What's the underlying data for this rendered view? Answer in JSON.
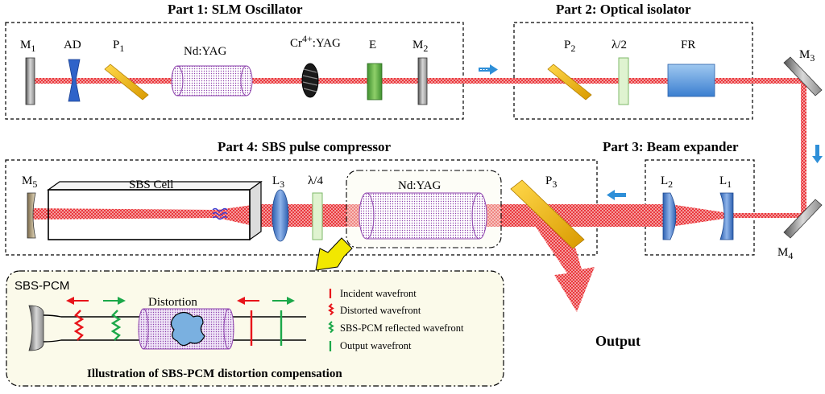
{
  "parts": {
    "p1": "Part 1: SLM Oscillator",
    "p2": "Part 2: Optical isolator",
    "p3": "Part 3: Beam expander",
    "p4": "Part 4: SBS pulse compressor"
  },
  "components": {
    "m1": "M",
    "m1_sub": "1",
    "ad": "AD",
    "p1": "P",
    "p1_sub": "1",
    "ndyag1": "Nd:YAG",
    "cr_a": "Cr",
    "cr_sup": "4+",
    "cr_b": ":YAG",
    "e": "E",
    "m2": "M",
    "m2_sub": "2",
    "p2": "P",
    "p2_sub": "2",
    "hwp": "λ/2",
    "fr": "FR",
    "m3": "M",
    "m3_sub": "3",
    "m4": "M",
    "m4_sub": "4",
    "l2": "L",
    "l2_sub": "2",
    "l1": "L",
    "l1_sub": "1",
    "p3": "P",
    "p3_sub": "3",
    "ndyag2": "Nd:YAG",
    "qwp": "λ/4",
    "l3": "L",
    "l3_sub": "3",
    "sbs_cell": "SBS Cell",
    "m5": "M",
    "m5_sub": "5"
  },
  "output": "Output",
  "inset": {
    "title": "SBS-PCM",
    "distortion": "Distortion",
    "caption": "Illustration of SBS-PCM distortion compensation",
    "legend": [
      {
        "label": "Incident wavefront",
        "color": "#e8141a"
      },
      {
        "label": "Distorted wavefront",
        "color": "#e8141a"
      },
      {
        "label": "SBS-PCM reflected wavefront",
        "color": "#1ca84a"
      },
      {
        "label": "Output wavefront",
        "color": "#1ca84a"
      }
    ]
  },
  "colors": {
    "beam": "#e8242a",
    "arrow_blue": "#2e8fd8",
    "polarizer": "#f0b400",
    "ndyag": "#9b59b6",
    "fr": "#4a90d9",
    "inset_bg": "#fbfaea"
  }
}
